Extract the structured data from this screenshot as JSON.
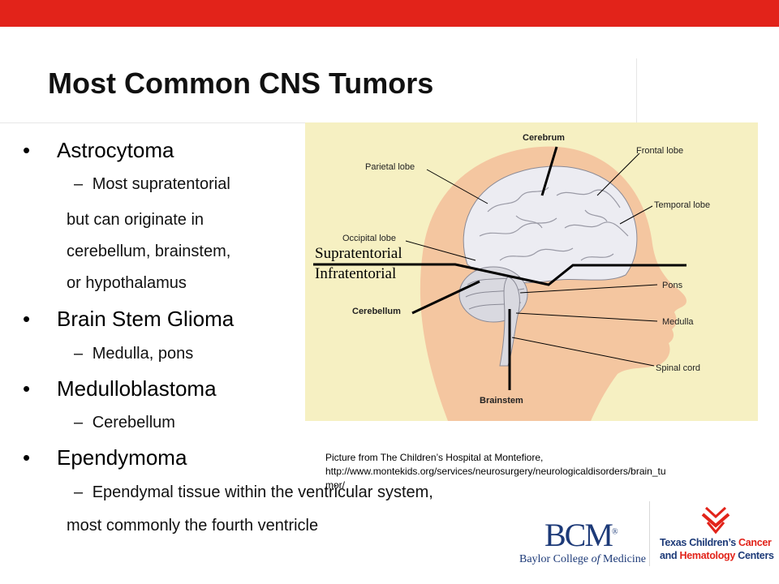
{
  "slide": {
    "title": "Most Common CNS Tumors",
    "bullets": [
      {
        "label": "Astrocytoma",
        "sub": [
          "Most supratentorial",
          "but can originate in",
          "cerebellum, brainstem,",
          "or hypothalamus"
        ]
      },
      {
        "label": "Brain Stem Glioma",
        "sub": [
          "Medulla, pons"
        ]
      },
      {
        "label": "Medulloblastoma",
        "sub": [
          "Cerebellum"
        ]
      },
      {
        "label": "Ependymoma",
        "sub": [
          "Ependymal tissue within the ventricular system,",
          "most commonly the fourth ventricle"
        ]
      }
    ],
    "bullet_glyph": "•",
    "dash_glyph": "–"
  },
  "figure": {
    "labels": {
      "cerebrum": "Cerebrum",
      "frontal": "Frontal lobe",
      "parietal": "Parietal lobe",
      "temporal": "Temporal lobe",
      "occipital": "Occipital lobe",
      "supratentorial": "Supratentorial",
      "infratentorial": "Infratentorial",
      "pons": "Pons",
      "cerebellum": "Cerebellum",
      "medulla": "Medulla",
      "spinal": "Spinal cord",
      "brainstem": "Brainstem"
    },
    "colors": {
      "background": "#f6f0c2",
      "head": "#f4c6a0",
      "brain": "#ececf2"
    }
  },
  "caption": {
    "line1": "Picture from The Children’s Hospital at Montefiore,",
    "line2": "http://www.montekids.org/services/neurosurgery/neurologicaldisorders/brain_tu",
    "line3": "mor/"
  },
  "logos": {
    "bcm": {
      "letters": "BCM",
      "mark": "®",
      "subtitle_a": "Baylor College ",
      "subtitle_b": "of",
      "subtitle_c": " Medicine"
    },
    "tch": {
      "line1a": "Texas Children’s ",
      "line1b": "Cancer",
      "line2a": "and ",
      "line2b": "Hematology",
      "line2c": " Centers"
    }
  },
  "theme": {
    "accent": "#e2231a",
    "navy": "#1d3a78"
  }
}
